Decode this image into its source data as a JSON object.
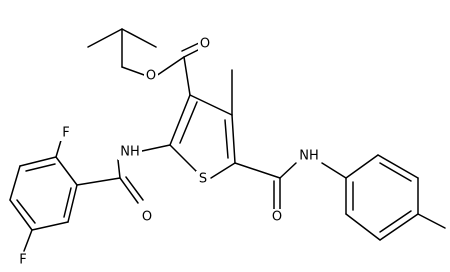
{
  "molecule": {
    "labels": {
      "O_ester_carbonyl": "O",
      "O_ester_ether": "O",
      "S_ring": "S",
      "NH_amide_left": "NH",
      "O_amide_left": "O",
      "NH_amide_right": "NH",
      "O_amide_right": "O",
      "F_top": "F",
      "F_bottom": "F"
    }
  }
}
